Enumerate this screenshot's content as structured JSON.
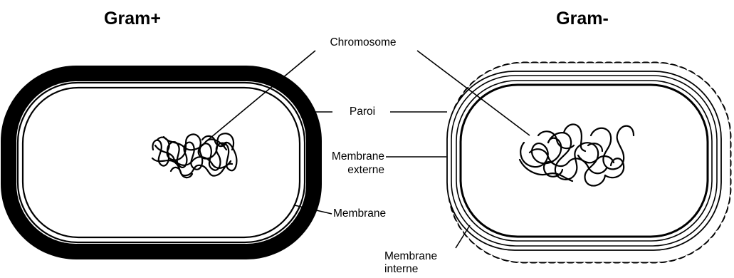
{
  "titles": {
    "gram_positive": "Gram+",
    "gram_negative": "Gram-"
  },
  "labels": {
    "chromosome": "Chromosome",
    "paroi": "Paroi",
    "membrane_externe_1": "Membrane",
    "membrane_externe_2": "externe",
    "membrane": "Membrane",
    "membrane_interne_1": "Membrane",
    "membrane_interne_2": "interne"
  }
}
